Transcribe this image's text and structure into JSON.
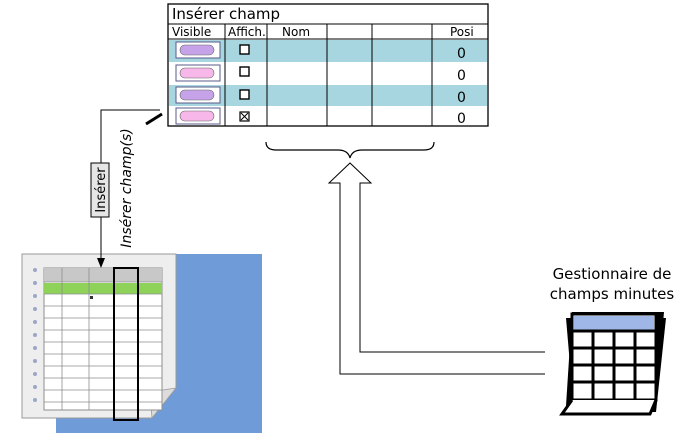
{
  "dialog": {
    "title": "Insérer champ",
    "columns": [
      "Visible",
      "Affich.",
      "Nom",
      "",
      "",
      "Posi"
    ],
    "rows": [
      {
        "visible": "toggle",
        "displayed": false,
        "position": "0"
      },
      {
        "visible": "toggle",
        "displayed": false,
        "position": "0"
      },
      {
        "visible": "toggle",
        "displayed": false,
        "position": "0"
      },
      {
        "visible": "toggle",
        "displayed": true,
        "position": "0"
      }
    ]
  },
  "labels": {
    "inserer": "Insérer",
    "inserer_champs": "Insérer champ(s)",
    "manager_line1": "Gestionnaire de",
    "manager_line2": "champs minutes"
  },
  "colors": {
    "row_highlight": "#a8d6e0",
    "toggle_purple": "#c6a3e8",
    "toggle_pink": "#f7b7e8",
    "sheet_blue": "#6f9bd8",
    "sheet_green": "#8fd25a",
    "calendar_header": "#9fb7e6"
  },
  "icons": [
    "spreadsheet-icon",
    "calendar-icon",
    "checkbox-icon",
    "toggle-icon"
  ]
}
